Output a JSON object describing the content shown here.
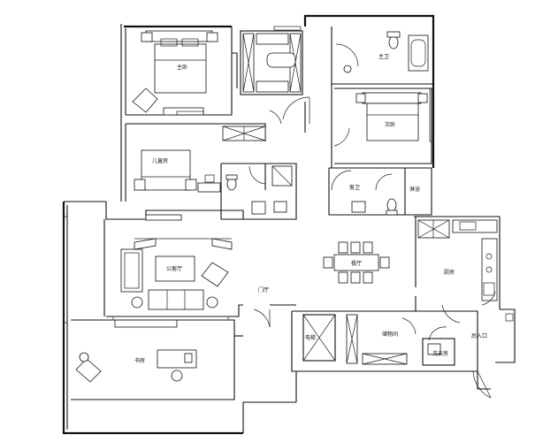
{
  "rooms": {
    "master_bedroom": "主卧",
    "master_bath": "主卫",
    "second_bedroom": "次卧",
    "child_bedroom": "儿童房",
    "guest_bath": "客卫",
    "shower": "淋浴",
    "living_room": "公客厅",
    "dining_room": "餐厅",
    "kitchen": "厨房",
    "entrance": "门厅",
    "study": "书房",
    "elevator": "电梯",
    "storage": "储物间",
    "laundry": "洗衣房",
    "service_entrance": "后入口"
  }
}
